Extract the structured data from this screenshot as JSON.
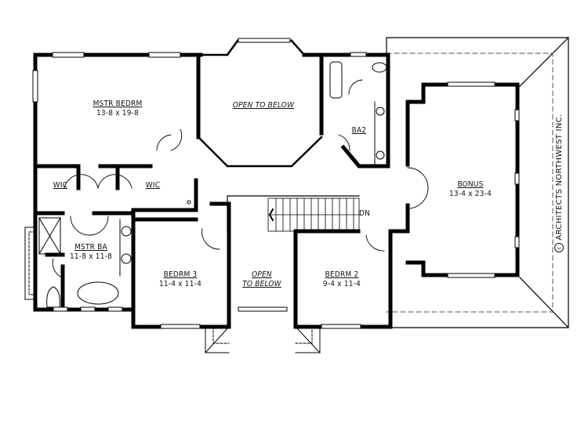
{
  "plan": {
    "rooms": [
      {
        "id": "mstr-bedrm",
        "name": "MSTR BEDRM",
        "dim": "13-8 x 19-8"
      },
      {
        "id": "open-to-below-upper",
        "name": "OPEN TO BELOW",
        "dim": ""
      },
      {
        "id": "ba2",
        "name": "BA2",
        "dim": ""
      },
      {
        "id": "bonus",
        "name": "BONUS",
        "dim": "13-4 x 23-4"
      },
      {
        "id": "wic-left",
        "name": "WIC",
        "dim": ""
      },
      {
        "id": "wic-right",
        "name": "WIC",
        "dim": ""
      },
      {
        "id": "mstr-ba",
        "name": "MSTR BA",
        "dim": "11-8 x 11-8"
      },
      {
        "id": "bedrm-3",
        "name": "BEDRM 3",
        "dim": "11-4 x 11-4"
      },
      {
        "id": "open-to-below-lower",
        "name": "OPEN",
        "name2": "TO BELOW",
        "dim": ""
      },
      {
        "id": "bedrm-2",
        "name": "BEDRM 2",
        "dim": "9-4 x 11-4"
      }
    ],
    "stair_label": "DN",
    "copyright": "ARCHITECTS NORTHWEST INC.",
    "copyright_symbol": "c",
    "colors": {
      "wall": "#000000",
      "background": "#ffffff",
      "line": "#333333",
      "dash": "#555555"
    }
  }
}
